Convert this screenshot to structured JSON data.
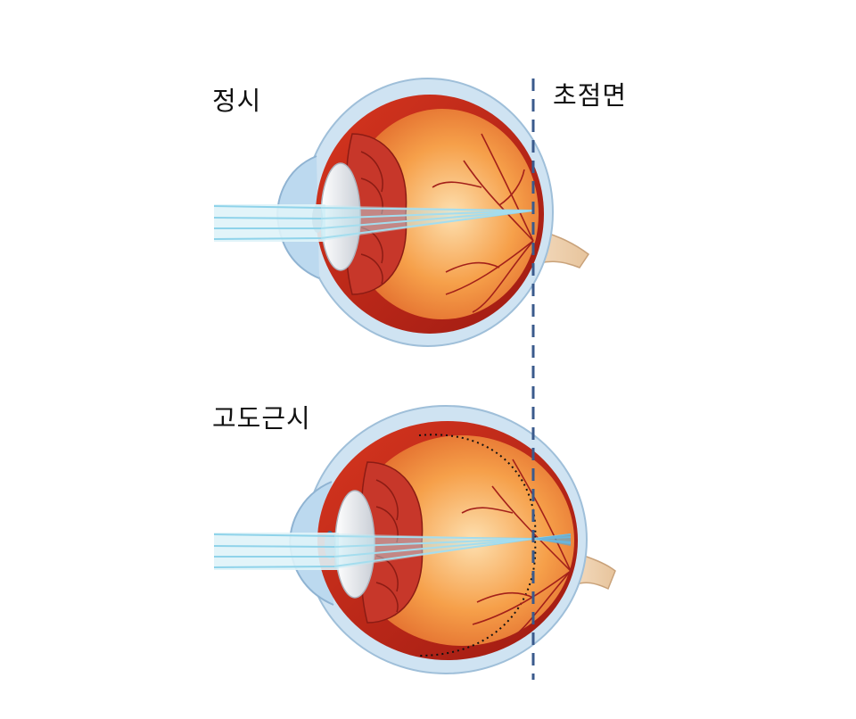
{
  "labels": {
    "normal": "정시",
    "high_myopia": "고도근시",
    "focal_plane": "초점면"
  },
  "colors": {
    "sclera": "#cfe3f2",
    "sclera_edge": "#9fbfd9",
    "choroid": "#c0271a",
    "retina_inner": "#f6a04a",
    "retina_center": "#fde0b0",
    "ciliary": "#c7372a",
    "lens": "#e9ecef",
    "cornea": "#bcd9ef",
    "light_rays": "#8fd3ea",
    "vessels": "#a3201a",
    "optic_nerve": "#f2d6b4",
    "focal_line": "#3a5a8c"
  }
}
